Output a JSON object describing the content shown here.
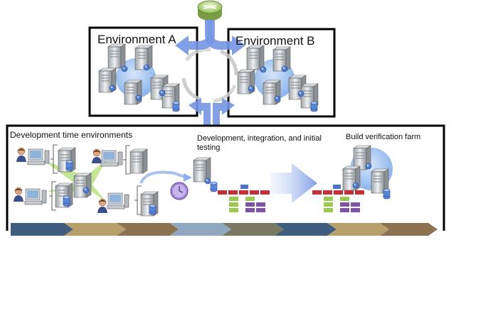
{
  "environments": {
    "a_title": "Environment A",
    "b_title": "Environment B"
  },
  "bottom": {
    "dev_time_label": "Development  time environments",
    "dev_integration_label": "Development, integration, and initial testing",
    "build_farm_label": "Build verification farm"
  },
  "colors": {
    "frame": "#000000",
    "arrow_blue": "#6f8fe0",
    "globe_blue": "#8ab4ec",
    "router_green": "#6bb34a",
    "block_red": "#c0313a",
    "block_green": "#9bc94f",
    "block_purple": "#7e53a8",
    "block_blue": "#4a72c4",
    "chevrons": [
      "#3f5d7e",
      "#b8a06c",
      "#8c7250",
      "#8fa8bf",
      "#7a7a62",
      "#3f5d7e",
      "#b8a06c",
      "#8c7250"
    ]
  },
  "icons": [
    "router-icon",
    "server-icon",
    "database-icon",
    "workstation-icon",
    "user-icon",
    "clock-icon",
    "arrow-icon"
  ]
}
